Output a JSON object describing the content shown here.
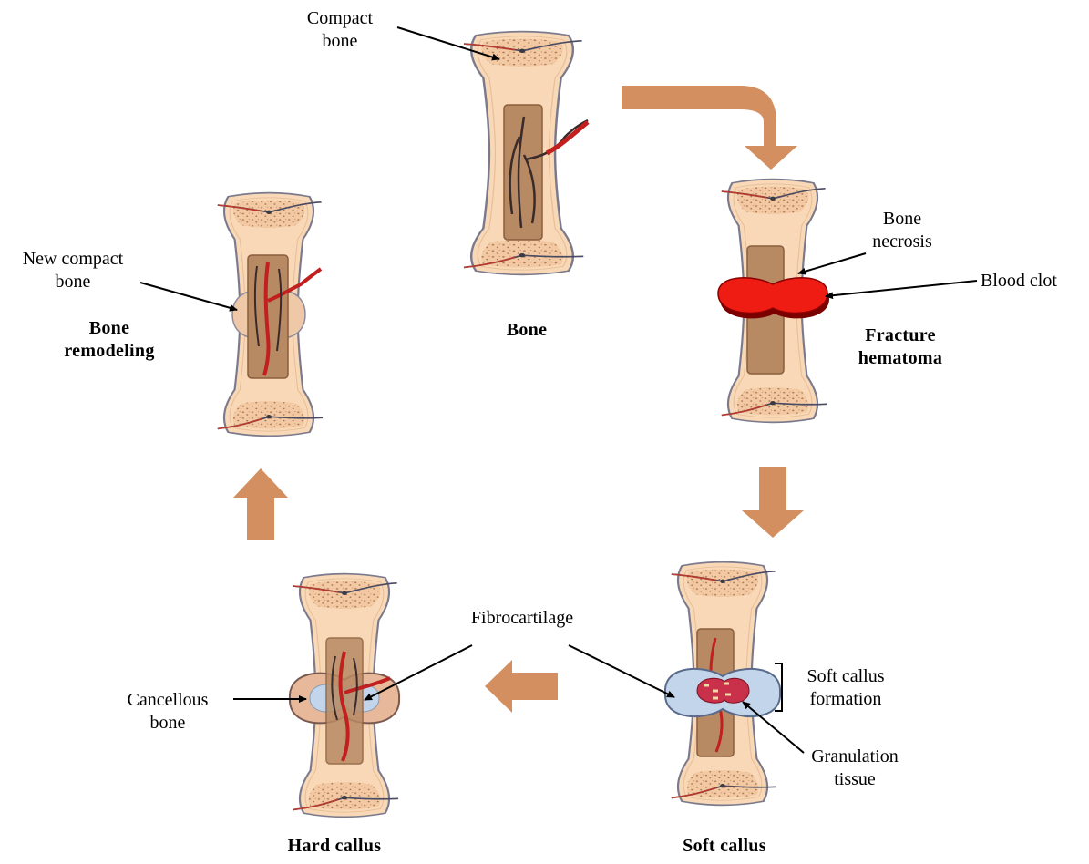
{
  "stages": {
    "bone": "Bone",
    "fracture_hematoma": "Fracture\nhematoma",
    "soft_callus": "Soft callus",
    "hard_callus": "Hard callus",
    "bone_remodeling": "Bone\nremodeling"
  },
  "annotations": {
    "compact_bone": "Compact\nbone",
    "bone_necrosis": "Bone\nnecrosis",
    "blood_clot": "Blood clot",
    "soft_callus_formation": "Soft callus\nformation",
    "granulation_tissue": "Granulation\ntissue",
    "fibrocartilage": "Fibrocartilage",
    "cancellous_bone": "Cancellous\nbone",
    "new_compact_bone": "New compact\nbone"
  },
  "colors": {
    "bone_fill": "#f8d8b6",
    "bone_outline": "#7a7a8c",
    "marrow": "#b88a64",
    "blood_clot": "#e01b12",
    "arrow": "#d38f5f",
    "soft_callus": "#c2d5ea",
    "hard_callus": "#e7b99a"
  }
}
